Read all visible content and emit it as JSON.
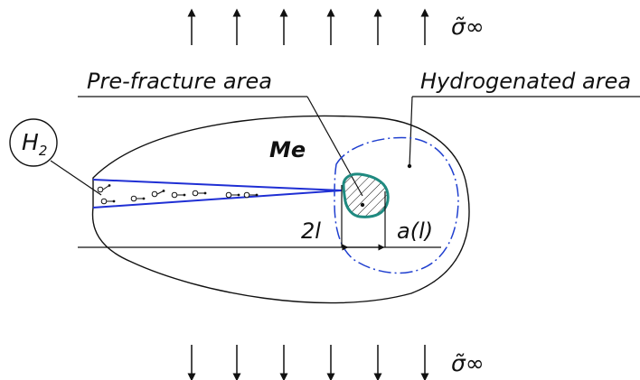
{
  "labels": {
    "top_stress": "σ̃∞",
    "bottom_stress": "σ̃∞",
    "pre_fracture": "Pre-fracture area",
    "hydrogenated": "Hydrogenated area",
    "metal": "Me",
    "h2_main": "H",
    "h2_sub": "2",
    "length": "2l",
    "radius": "a(l)"
  },
  "colors": {
    "ink": "#111111",
    "crack": "#1f2fd4",
    "zone": "#1f3fcf",
    "pre_fracture": "#1f8a80"
  },
  "icons": {
    "top_arrows": "up-arrow-icon",
    "bottom_arrows": "down-arrow-icon",
    "molecules": "hydrogen-molecule-icon"
  }
}
